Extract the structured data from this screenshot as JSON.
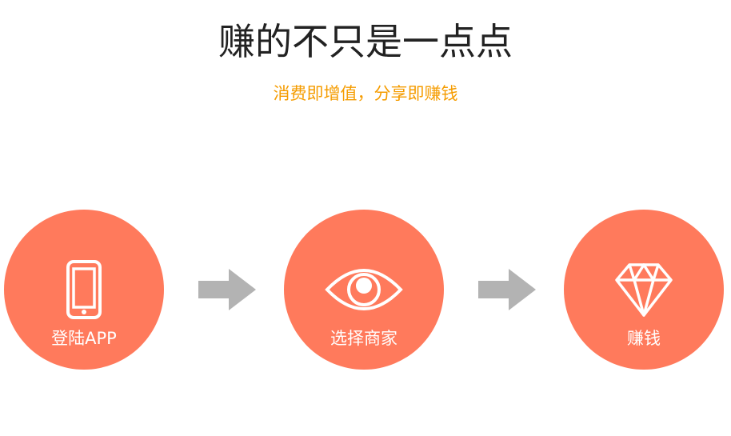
{
  "title": "赚的不只是一点点",
  "subtitle": "消费即增值，分享即赚钱",
  "steps": [
    {
      "label": "登陆APP",
      "icon": "phone-icon"
    },
    {
      "label": "选择商家",
      "icon": "eye-icon"
    },
    {
      "label": "赚钱",
      "icon": "diamond-icon"
    }
  ],
  "colors": {
    "circle": "#ff7a5c",
    "arrow": "#b3b3b3",
    "subtitle": "#f59c00"
  }
}
